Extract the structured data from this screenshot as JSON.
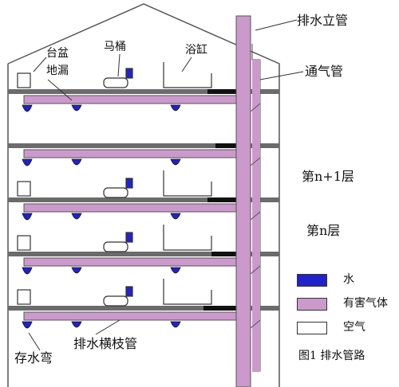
{
  "labels": {
    "stack": "排水立管",
    "vent": "通气管",
    "basin": "台盆",
    "floor_drain": "地漏",
    "toilet": "马桶",
    "bathtub": "浴缸",
    "floor_n1": "第n+1层",
    "floor_n": "第n层",
    "trap": "存水弯",
    "branch": "排水横枝管"
  },
  "legend": {
    "water": "水",
    "gas": "有害气体",
    "air": "空气"
  },
  "caption": "图1  排水管路",
  "colors": {
    "water": "#2222cc",
    "gas": "#cc99cc",
    "air": "#ffffff",
    "structure": "#666666"
  }
}
